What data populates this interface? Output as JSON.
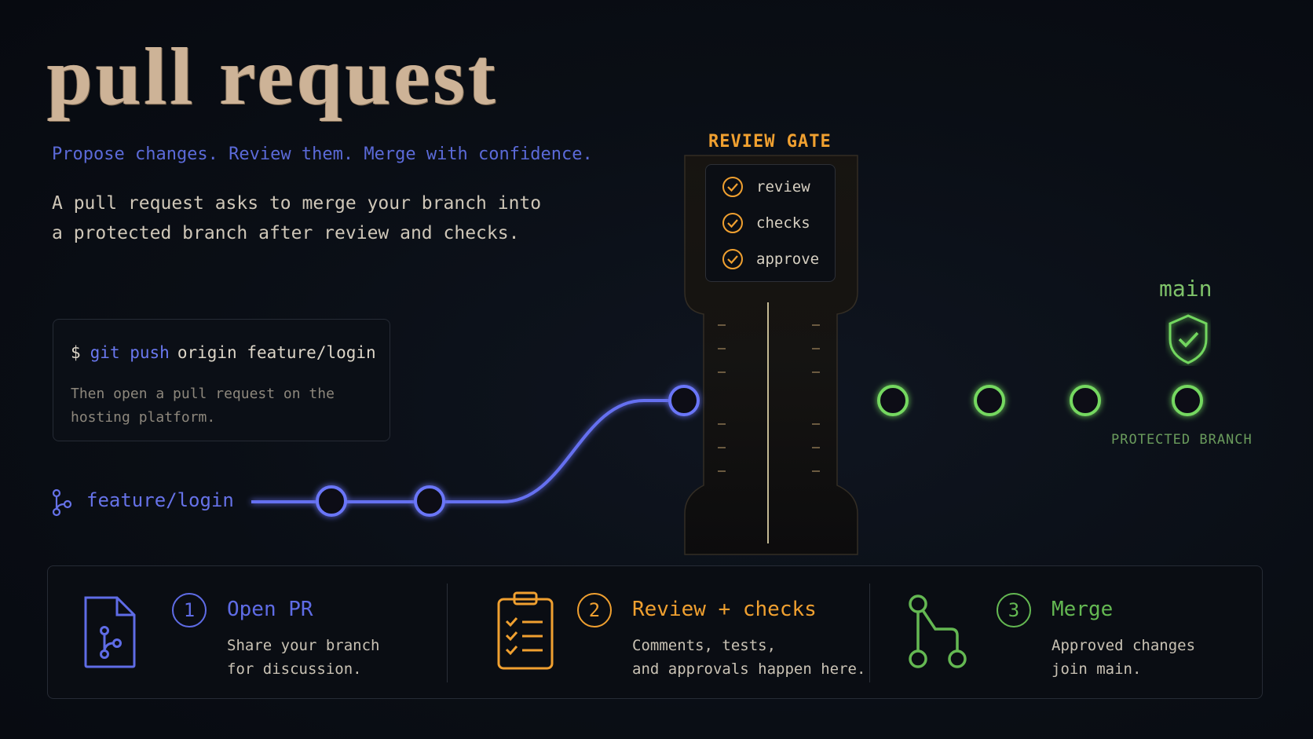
{
  "title": "pull request",
  "subtitle": "Propose changes. Review them. Merge with confidence.",
  "description": [
    "A pull request asks to merge your branch into",
    "a protected branch after review and checks."
  ],
  "command": {
    "prompt": "$",
    "name": "git push",
    "args": "origin feature/login",
    "note": "Then open a pull request on the hosting platform."
  },
  "feature_branch": {
    "label": "feature/login",
    "icon": "branch-icon",
    "color": "#6a74f0"
  },
  "review_gate": {
    "title": "REVIEW GATE",
    "items": [
      "review",
      "checks",
      "approve"
    ],
    "color": "#f0a030"
  },
  "main_branch": {
    "label": "main",
    "sublabel": "PROTECTED BRANCH",
    "icon": "shield-check-icon",
    "color": "#72d65e"
  },
  "steps": [
    {
      "number": "1",
      "title": "Open PR",
      "text": [
        "Share your branch",
        "for discussion."
      ],
      "icon": "file-branch-icon",
      "color": "#5f6ce6"
    },
    {
      "number": "2",
      "title": "Review + checks",
      "text": [
        "Comments, tests,",
        "and approvals happen here."
      ],
      "icon": "clipboard-checklist-icon",
      "color": "#f0a030"
    },
    {
      "number": "3",
      "title": "Merge",
      "text": [
        "Approved changes",
        "join main."
      ],
      "icon": "merge-icon",
      "color": "#64b852"
    }
  ]
}
